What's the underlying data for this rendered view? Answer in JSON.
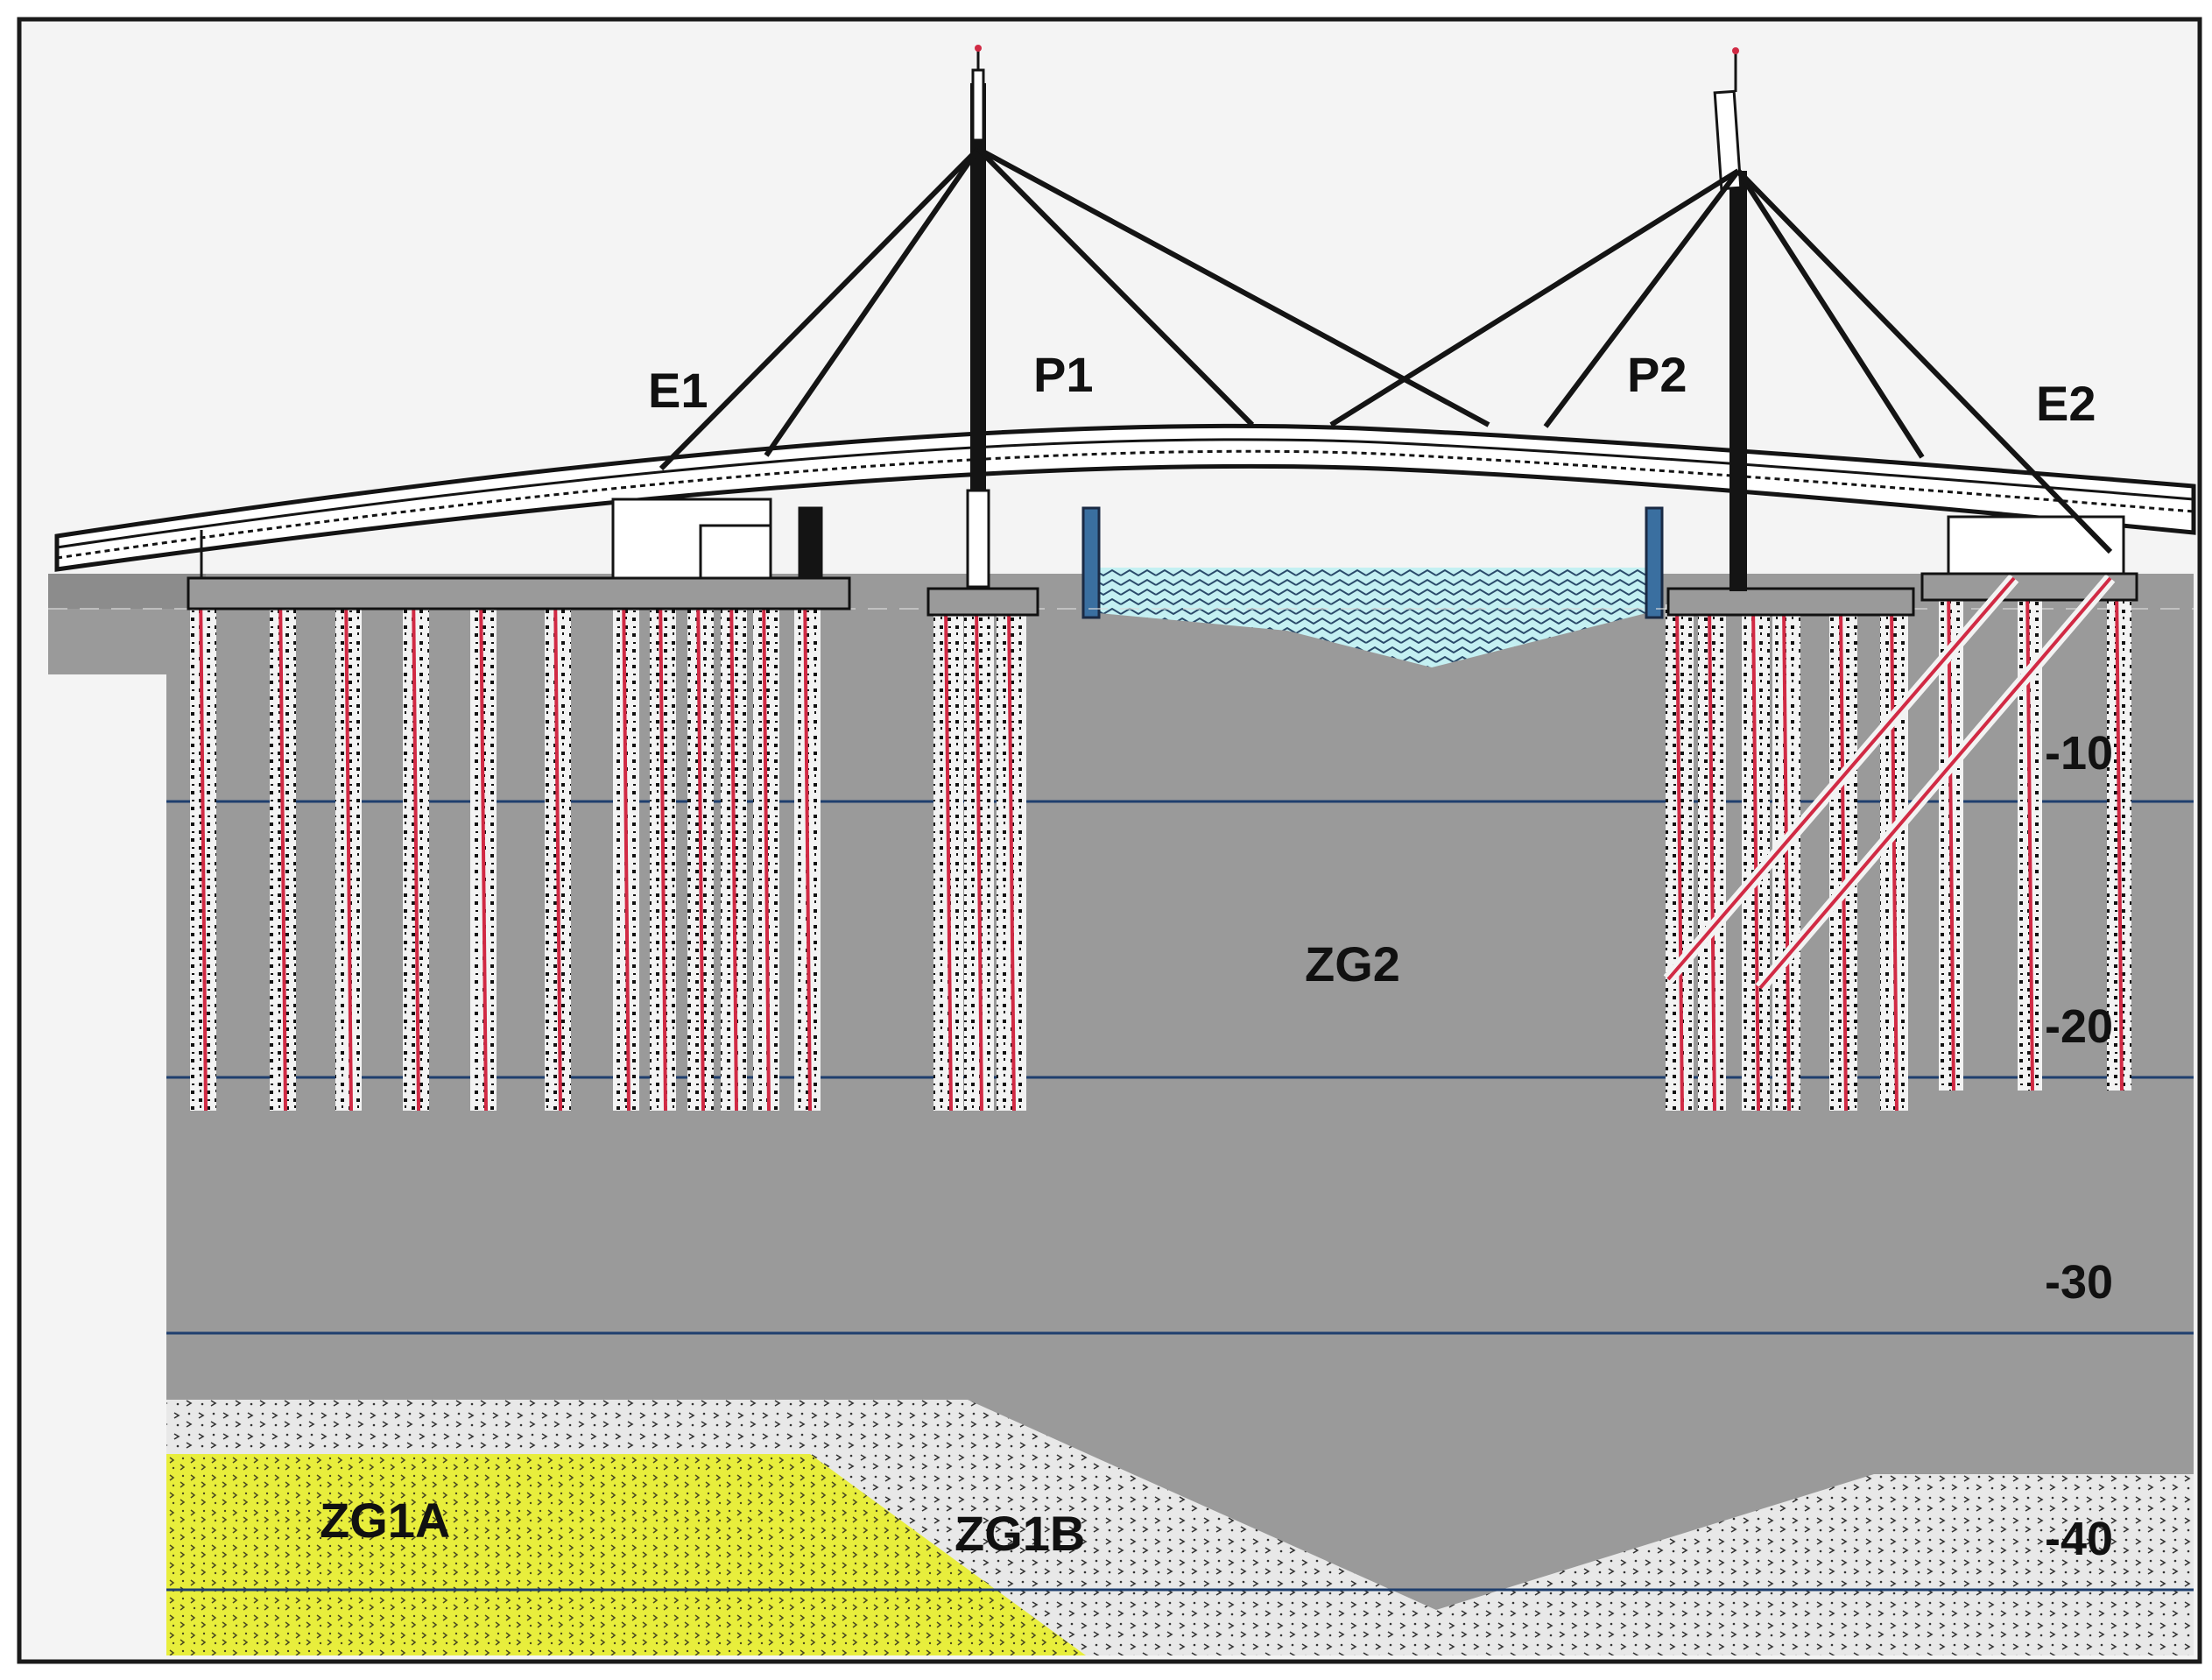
{
  "labels": {
    "abutment_left": "E1",
    "pylon_left": "P1",
    "pylon_right": "P2",
    "abutment_right": "E2",
    "layer_upper": "ZG2",
    "layer_lower_left": "ZG1A",
    "layer_lower_right": "ZG1B"
  },
  "depth_ticks": [
    "-10",
    "-20",
    "-30",
    "-40"
  ],
  "colors": {
    "frame": "#1a1a1a",
    "sky": "#f4f4f4",
    "soil_zg2": "#9a9a9a",
    "soil_zg1b": "#e8e8e8",
    "soil_zg1a": "#e8ee3c",
    "water": "#c4f0f2",
    "pile_fill": "#f3f3f3",
    "pile_rebar": "#d12a44",
    "depth_line": "#1f3f6e",
    "structure": "#141414"
  }
}
